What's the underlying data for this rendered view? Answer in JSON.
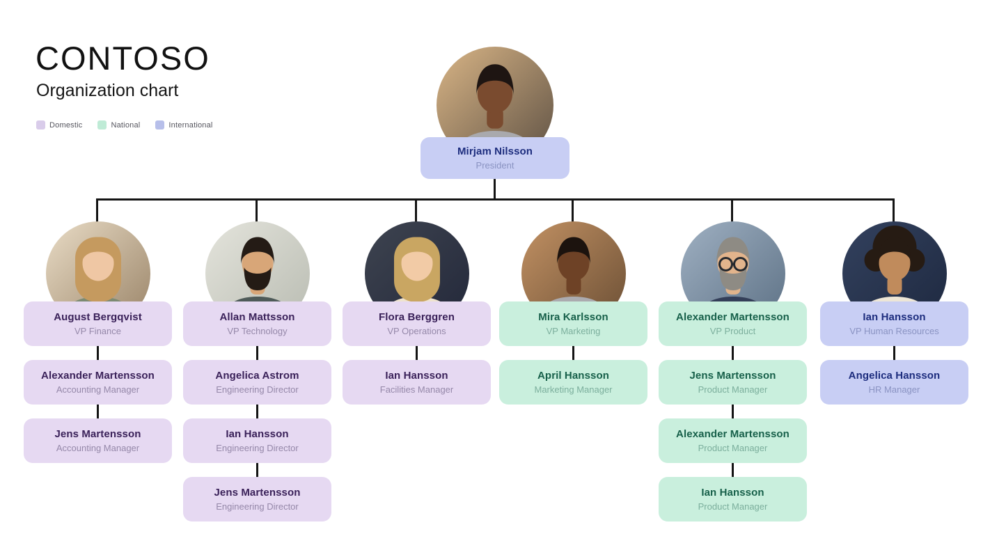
{
  "header": {
    "company": "CONTOSO",
    "subtitle": "Organization chart"
  },
  "legend": {
    "items": [
      {
        "label": "Domestic",
        "color": "#D9CCEA"
      },
      {
        "label": "National",
        "color": "#BFEBD6"
      },
      {
        "label": "International",
        "color": "#B7BFEA"
      }
    ]
  },
  "categories": {
    "domestic": {
      "card_bg": "#E6D9F2",
      "name_color": "#3A2159",
      "title_color": "#9588A9"
    },
    "national": {
      "card_bg": "#C9EFDD",
      "name_color": "#17604A",
      "title_color": "#7CAF9D"
    },
    "international": {
      "card_bg": "#C8CEF4",
      "name_color": "#1D2D7E",
      "title_color": "#8A93C2"
    }
  },
  "connector_color": "#141414",
  "president": {
    "name": "Mirjam Nilsson",
    "title": "President",
    "category": "international",
    "avatar": {
      "desc": "woman with short dark hair, earrings, gray turtleneck, warm office background",
      "hair_style": "short",
      "beard": false,
      "glasses": false,
      "bg1": "#D9B586",
      "bg2": "#5E5144",
      "skin": "#7A4B2F",
      "hair": "#1E1512",
      "shirt": "#A9A9AD"
    }
  },
  "columns": [
    {
      "category": "domestic",
      "avatar": {
        "desc": "woman with shoulder-length blonde hair and bangs, sage green shirt, bright office background",
        "hair_style": "long",
        "beard": false,
        "glasses": false,
        "bg1": "#E9DCC6",
        "bg2": "#9A8468",
        "skin": "#EFC7A4",
        "hair": "#C59A5F",
        "shirt": "#7C8A72"
      },
      "members": [
        {
          "name": "August Bergqvist",
          "title": "VP Finance"
        },
        {
          "name": "Alexander Martensson",
          "title": "Accounting Manager"
        },
        {
          "name": "Jens Martensson",
          "title": "Accounting Manager"
        }
      ]
    },
    {
      "category": "domestic",
      "avatar": {
        "desc": "man with dark hair and full beard, dark shirt, whiteboard with sticky notes background",
        "hair_style": "short",
        "beard": true,
        "glasses": false,
        "bg1": "#E4E4DC",
        "bg2": "#B9BCB2",
        "skin": "#D8A678",
        "hair": "#241B15",
        "shirt": "#4E5A58"
      },
      "members": [
        {
          "name": "Allan Mattsson",
          "title": "VP Technology"
        },
        {
          "name": "Angelica Astrom",
          "title": "Engineering Director"
        },
        {
          "name": "Ian Hansson",
          "title": "Engineering Director"
        },
        {
          "name": "Jens Martensson",
          "title": "Engineering Director"
        }
      ]
    },
    {
      "category": "domestic",
      "avatar": {
        "desc": "smiling woman with long blonde hair, cream top, dark blue office background",
        "hair_style": "long",
        "beard": false,
        "glasses": false,
        "bg1": "#3E4450",
        "bg2": "#23283A",
        "skin": "#F2CBA6",
        "hair": "#C9A662",
        "shirt": "#EFE3CE"
      },
      "members": [
        {
          "name": "Flora Berggren",
          "title": "VP Operations"
        },
        {
          "name": "Ian Hansson",
          "title": "Facilities Manager"
        }
      ]
    },
    {
      "category": "national",
      "avatar": {
        "desc": "woman with short dark hair, earrings, gray turtleneck, warm wood-tone background",
        "hair_style": "short",
        "beard": false,
        "glasses": false,
        "bg1": "#C29163",
        "bg2": "#6B4F35",
        "skin": "#6E4226",
        "hair": "#1C130E",
        "shirt": "#ABABAF"
      },
      "members": [
        {
          "name": "Mira Karlsson",
          "title": "VP Marketing"
        },
        {
          "name": "April Hansson",
          "title": "Marketing Manager"
        }
      ]
    },
    {
      "category": "national",
      "avatar": {
        "desc": "older man with gray hair, glasses and beard, navy sweater, blurred office background",
        "hair_style": "short",
        "beard": true,
        "glasses": true,
        "bg1": "#9FB0C2",
        "bg2": "#5D7185",
        "skin": "#E2B48C",
        "hair": "#8E8B84",
        "shirt": "#333E58"
      },
      "members": [
        {
          "name": "Alexander Martensson",
          "title": "VP Product"
        },
        {
          "name": "Jens Martensson",
          "title": "Product Manager"
        },
        {
          "name": "Alexander Martensson",
          "title": "Product Manager"
        },
        {
          "name": "Ian Hansson",
          "title": "Product Manager"
        }
      ]
    },
    {
      "category": "international",
      "avatar": {
        "desc": "smiling person with large curly dark hair, cream sweater, dark blue background",
        "hair_style": "curly",
        "beard": false,
        "glasses": false,
        "bg1": "#33415E",
        "bg2": "#1E2940",
        "skin": "#C08B5C",
        "hair": "#261B13",
        "shirt": "#EDE6D6"
      },
      "members": [
        {
          "name": "Ian Hansson",
          "title": "VP Human Resources"
        },
        {
          "name": "Angelica Hansson",
          "title": "HR Manager"
        }
      ]
    }
  ]
}
